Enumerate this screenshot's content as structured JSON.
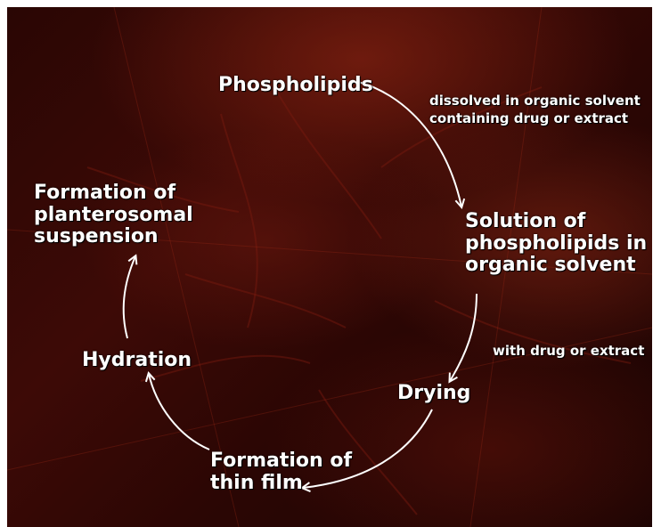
{
  "diagram": {
    "nodes": {
      "phospholipids": "Phospholipids",
      "solution": "Solution of\nphospholipids in\norganic solvent",
      "drying": "Drying",
      "thin_film": "Formation of\nthin film",
      "hydration": "Hydration",
      "suspension": "Formation of\nplanterosomal\nsuspension"
    },
    "annotations": {
      "dissolved": "dissolved in organic solvent\ncontaining drug or extract",
      "with_drug": "with drug or extract"
    },
    "colors": {
      "text": "#ffffff",
      "arrow": "#ffffff",
      "background": "#3d0a06"
    }
  }
}
